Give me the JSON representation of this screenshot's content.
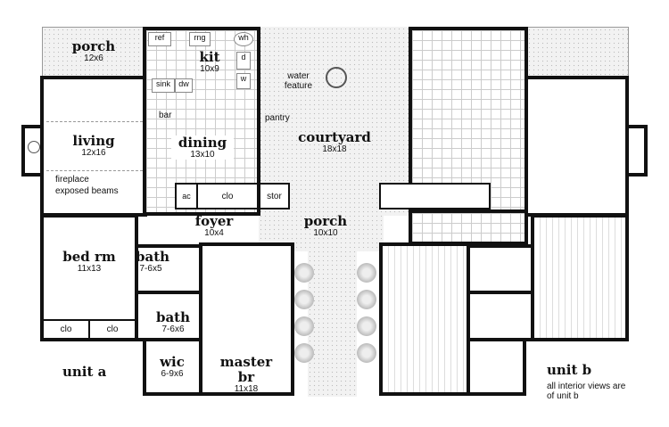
{
  "unit_a": {
    "label": "unit a",
    "porch": {
      "name": "porch",
      "size": "12x6"
    },
    "kit": {
      "name": "kit",
      "size": "10x9"
    },
    "fixtures": {
      "ref": "ref",
      "rng": "rng",
      "wh": "wh",
      "d": "d",
      "w": "w",
      "sink": "sink",
      "dw": "dw",
      "ac": "ac",
      "clo": "clo",
      "stor": "stor"
    },
    "annotations": {
      "bar": "bar",
      "pantry": "pantry",
      "fireplace": "fireplace",
      "beams": "exposed beams"
    },
    "living": {
      "name": "living",
      "size": "12x16"
    },
    "dining": {
      "name": "dining",
      "size": "13x10"
    },
    "foyer": {
      "name": "foyer",
      "size": "10x4"
    },
    "bed_rm": {
      "name": "bed rm",
      "size": "11x13"
    },
    "clo1": "clo",
    "clo2": "clo",
    "bath1": {
      "name": "bath",
      "size": "7-6x5"
    },
    "bath2": {
      "name": "bath",
      "size": "7-6x6"
    },
    "wic": {
      "name": "wic",
      "size": "6-9x6"
    },
    "master_br": {
      "name": "master br",
      "size": "11x18"
    }
  },
  "shared": {
    "water_feature": "water feature",
    "courtyard": {
      "name": "courtyard",
      "size": "18x18"
    },
    "porch": {
      "name": "porch",
      "size": "10x10"
    }
  },
  "unit_b": {
    "label": "unit b",
    "note": "all interior views are of unit b"
  }
}
